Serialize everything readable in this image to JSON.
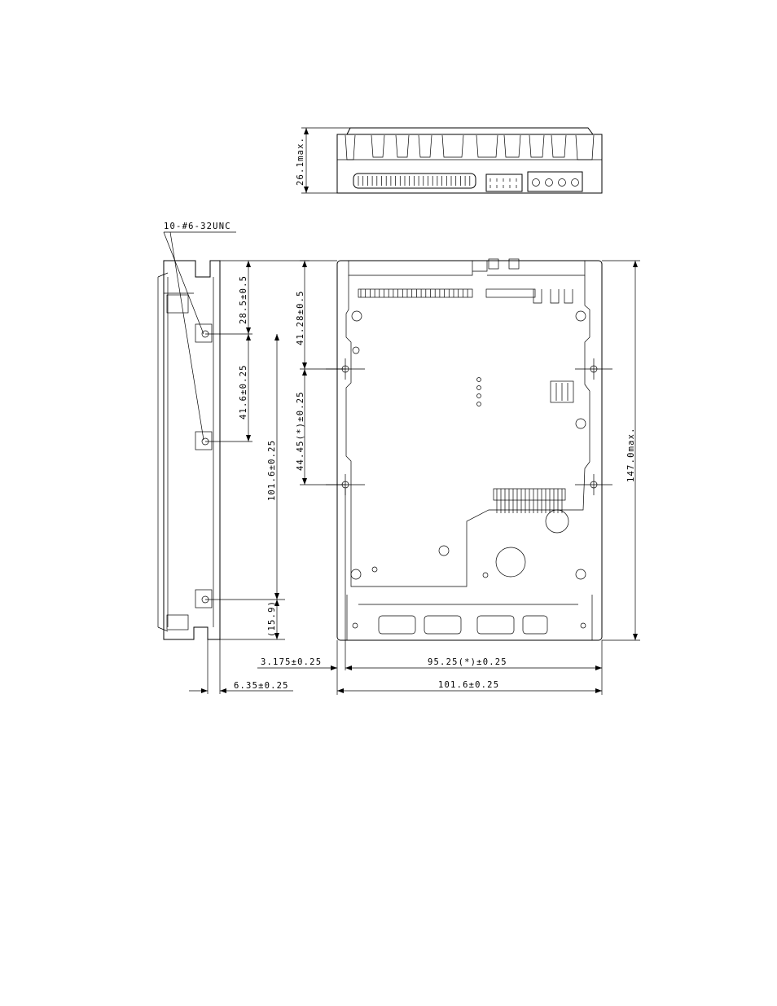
{
  "diagram": {
    "screw_note": "10-#6-32UNC",
    "dimensions": {
      "height_max": "26.1max.",
      "length_max": "147.0max.",
      "front_to_first_hole": "28.5±0.5",
      "side_hole_spacing": "41.6±0.25",
      "side_span": "101.6±0.25",
      "rear_ref": "(15.9)",
      "bottom_front_to_hole": "41.28±0.5",
      "bottom_hole_spacing": "44.45(*)±0.25",
      "side_offset": "3.175±0.25",
      "bottom_hole_width": "95.25(*)±0.25",
      "bottom_hole_depth": "6.35±0.25",
      "overall_width": "101.6±0.25"
    }
  }
}
